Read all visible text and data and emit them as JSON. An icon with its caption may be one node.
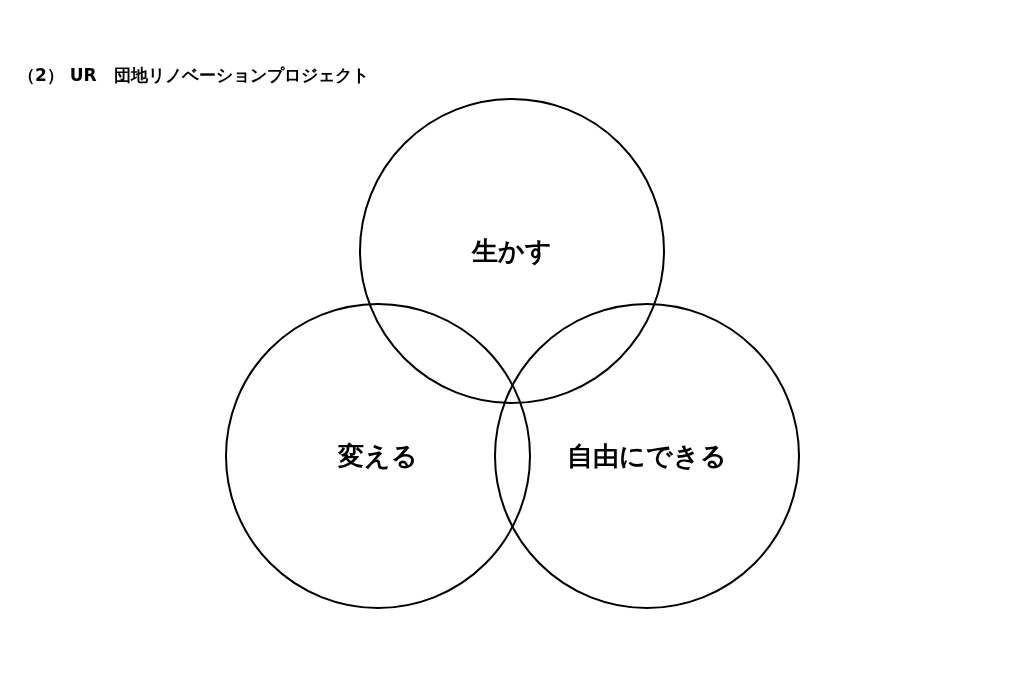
{
  "diagram": {
    "title": "（2） UR　団地リノベーションプロジェクト",
    "nodes": [
      {
        "text": [
          "生かす"
        ]
      },
      {
        "text": [
          "変える"
        ]
      },
      {
        "text": [
          "自由にできる"
        ]
      }
    ]
  }
}
